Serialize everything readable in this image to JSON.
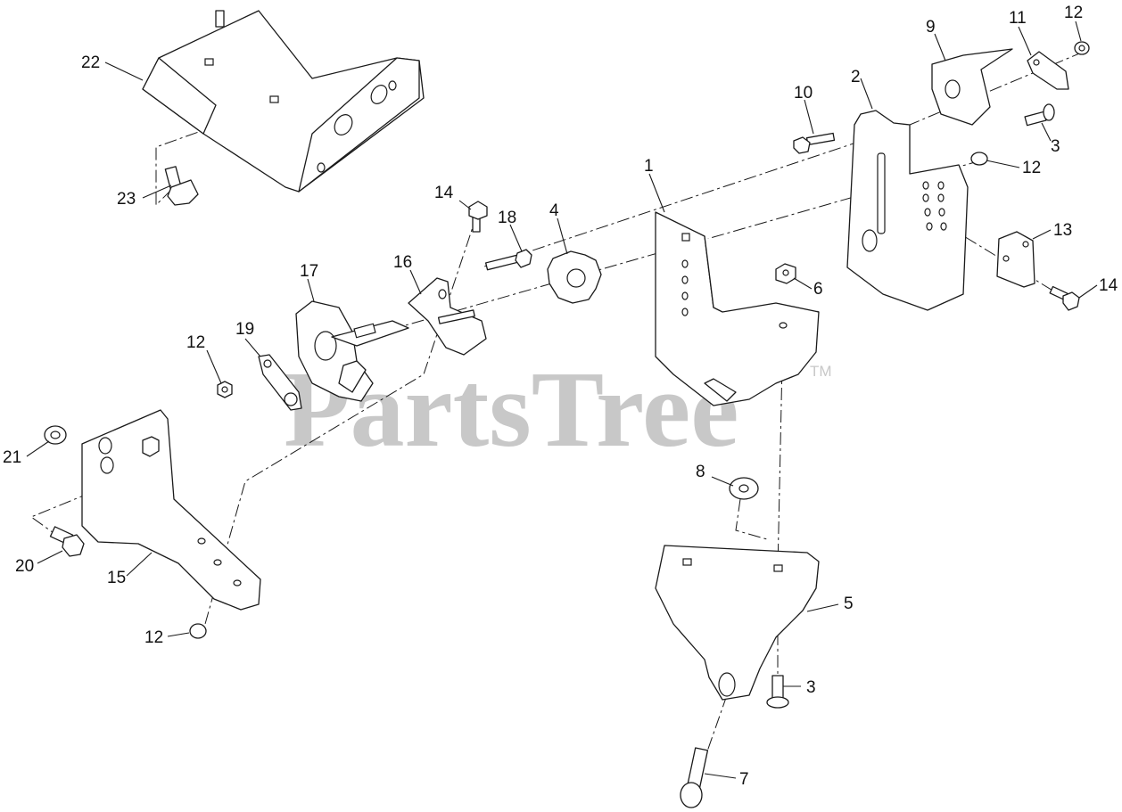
{
  "watermark": {
    "text": "PartsTree",
    "mark": "TM",
    "color": "#c8c8c8"
  },
  "callouts": {
    "c1": "1",
    "c2": "2",
    "c3a": "3",
    "c3b": "3",
    "c4": "4",
    "c5": "5",
    "c6": "6",
    "c7": "7",
    "c8": "8",
    "c9": "9",
    "c10": "10",
    "c11": "11",
    "c12a": "12",
    "c12b": "12",
    "c12c": "12",
    "c12d": "12",
    "c13": "13",
    "c14a": "14",
    "c14b": "14",
    "c15": "15",
    "c16": "16",
    "c17": "17",
    "c18": "18",
    "c19": "19",
    "c20": "20",
    "c21": "21",
    "c22": "22",
    "c23": "23"
  }
}
